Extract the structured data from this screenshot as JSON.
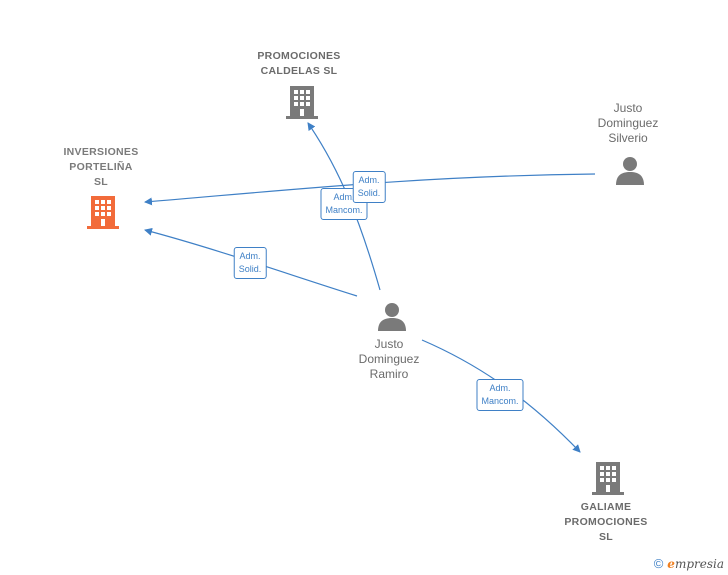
{
  "nodes": {
    "inversiones": {
      "lines": [
        "INVERSIONES",
        "PORTELIÑA",
        "SL"
      ],
      "type": "company",
      "color": "#f26b3a"
    },
    "promociones_caldelas": {
      "lines": [
        "PROMOCIONES",
        "CALDELAS SL"
      ],
      "type": "company",
      "color": "#7a7a7a"
    },
    "justo_silverio": {
      "lines": [
        "Justo",
        "Dominguez",
        "Silverio"
      ],
      "type": "person",
      "color": "#7a7a7a"
    },
    "justo_ramiro": {
      "lines": [
        "Justo",
        "Dominguez",
        "Ramiro"
      ],
      "type": "person",
      "color": "#7a7a7a"
    },
    "galiame": {
      "lines": [
        "GALIAME",
        "PROMOCIONES",
        "SL"
      ],
      "type": "company",
      "color": "#7a7a7a"
    }
  },
  "edges": [
    {
      "id": "silverio-inversiones",
      "label": [
        "Adm.",
        "Solid."
      ]
    },
    {
      "id": "ramiro-caldelas",
      "label": [
        "Adm.",
        "Mancom."
      ]
    },
    {
      "id": "ramiro-inversiones",
      "label": [
        "Adm.",
        "Solid."
      ]
    },
    {
      "id": "ramiro-galiame",
      "label": [
        "Adm.",
        "Mancom."
      ]
    }
  ],
  "footer": {
    "copyright": "©",
    "brand_initial": "e",
    "brand_rest": "mpresia"
  },
  "colors": {
    "edge": "#3f80c6",
    "focus": "#f26b3a",
    "neutral": "#7a7a7a"
  }
}
